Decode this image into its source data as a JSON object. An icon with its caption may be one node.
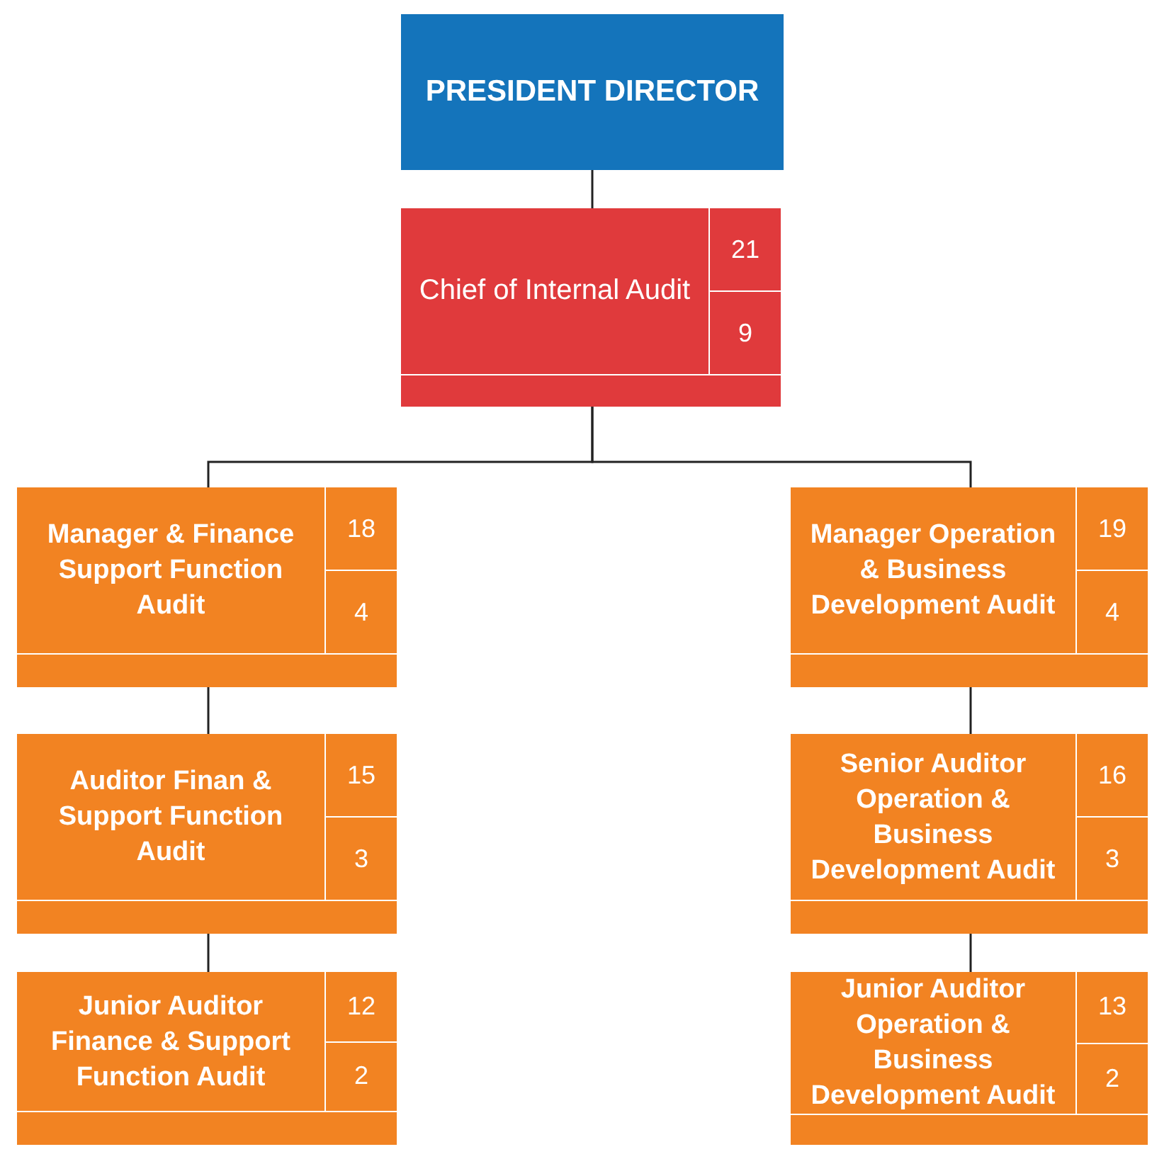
{
  "diagram": {
    "nodes": [
      {
        "text": [
          "PRESIDENT DIRECTOR"
        ]
      },
      {
        "text": [
          "Chief of Internal Audit",
          "21",
          "9"
        ]
      },
      {
        "text": [
          "Manager & Finance Support Function Audit",
          "18",
          "4"
        ]
      },
      {
        "text": [
          "Auditor Finan & Support Function Audit",
          "15",
          "3"
        ]
      },
      {
        "text": [
          "Junior Auditor Finance & Support Function Audit",
          "12",
          "2"
        ]
      },
      {
        "text": [
          "Manager Operation & Business Development Audit",
          "19",
          "4"
        ]
      },
      {
        "text": [
          "Senior Auditor Operation & Business Development Audit",
          "16",
          "3"
        ]
      },
      {
        "text": [
          "Junior Auditor Operation & Business Development Audit",
          "13",
          "2"
        ]
      }
    ],
    "edges": [
      {
        "from": 0,
        "to": 1,
        "arrow": "none"
      },
      {
        "from": 1,
        "to": 2,
        "arrow": "none"
      },
      {
        "from": 2,
        "to": 3,
        "arrow": "none"
      },
      {
        "from": 3,
        "to": 4,
        "arrow": "none"
      },
      {
        "from": 1,
        "to": 5,
        "arrow": "none"
      },
      {
        "from": 5,
        "to": 6,
        "arrow": "none"
      },
      {
        "from": 6,
        "to": 7,
        "arrow": "none"
      }
    ]
  }
}
